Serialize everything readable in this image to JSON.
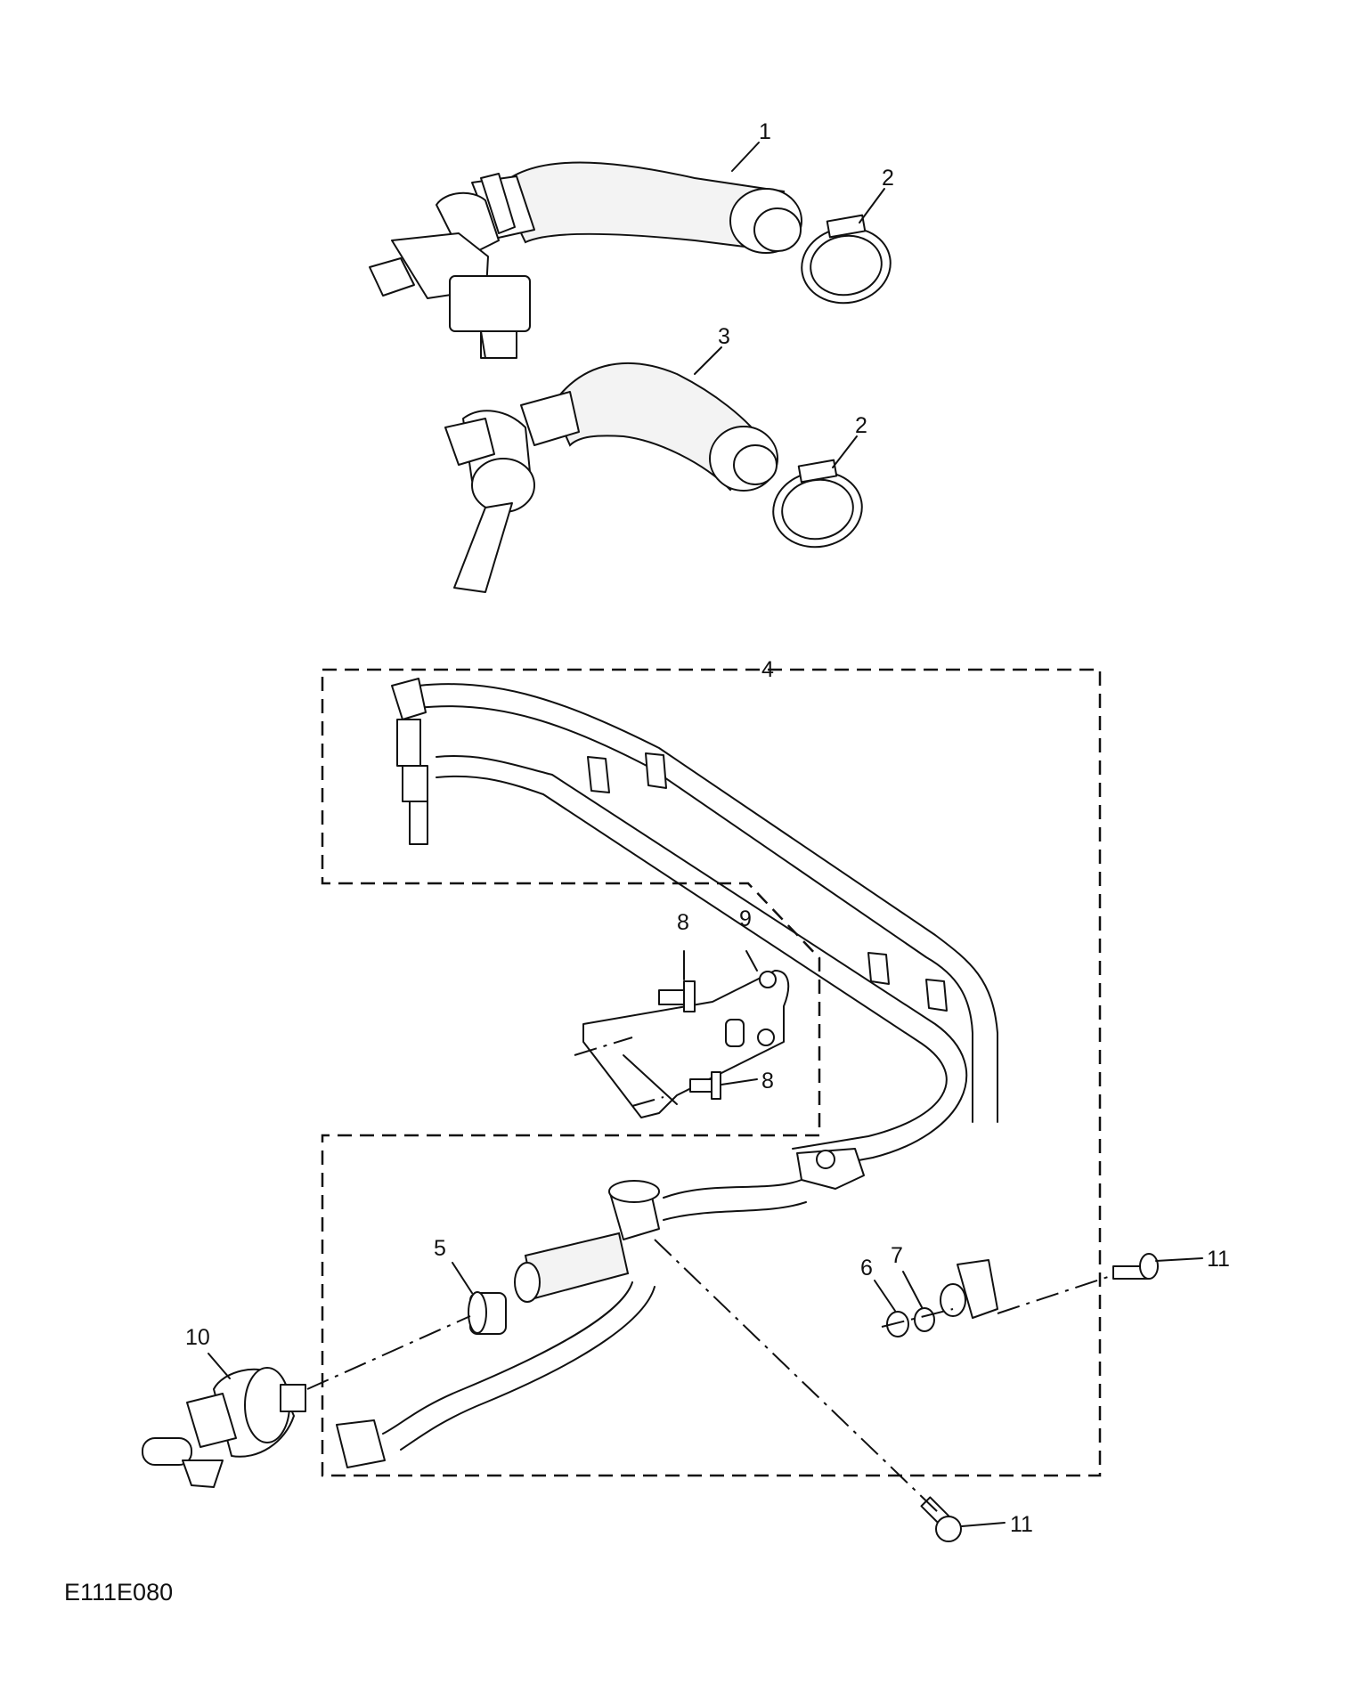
{
  "callouts": {
    "c1": "1",
    "c2a": "2",
    "c3": "3",
    "c2b": "2",
    "c4": "4",
    "c8a": "8",
    "c9": "9",
    "c8b": "8",
    "c5": "5",
    "c6": "6",
    "c7": "7",
    "c10": "10",
    "c11a": "11",
    "c11b": "11"
  },
  "reference_code": "E111E080"
}
